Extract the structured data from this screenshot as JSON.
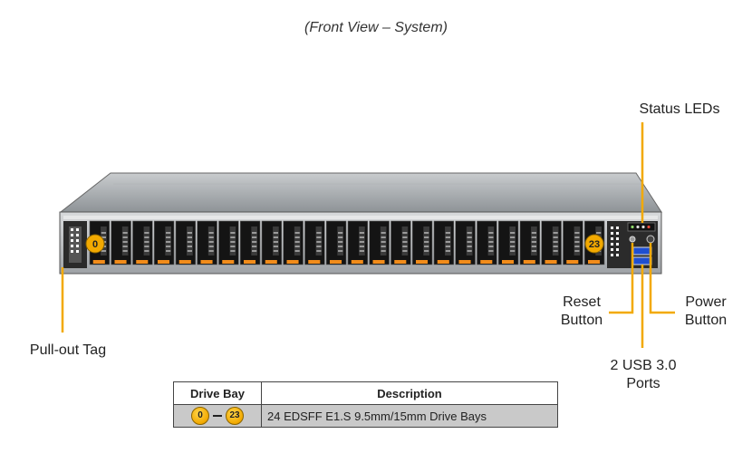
{
  "caption": "(Front View – System)",
  "callouts": {
    "status_leds": "Status LEDs",
    "pull_out_tag": "Pull-out Tag",
    "reset_button_line1": "Reset",
    "reset_button_line2": "Button",
    "power_button_line1": "Power",
    "power_button_line2": "Button",
    "usb_ports_line1": "2 USB 3.0",
    "usb_ports_line2": "Ports"
  },
  "drive_bays": {
    "first_label": "0",
    "last_label": "23",
    "count": 24
  },
  "legend": {
    "col_drive_bay": "Drive Bay",
    "col_description": "Description",
    "row_from": "0",
    "row_to": "23",
    "row_description": "24 EDSFF E1.S 9.5mm/15mm Drive  Bays"
  },
  "colors": {
    "callout_line": "#f2a900",
    "drive_led": "#f28c1a",
    "chassis": "#9fa4a8"
  }
}
